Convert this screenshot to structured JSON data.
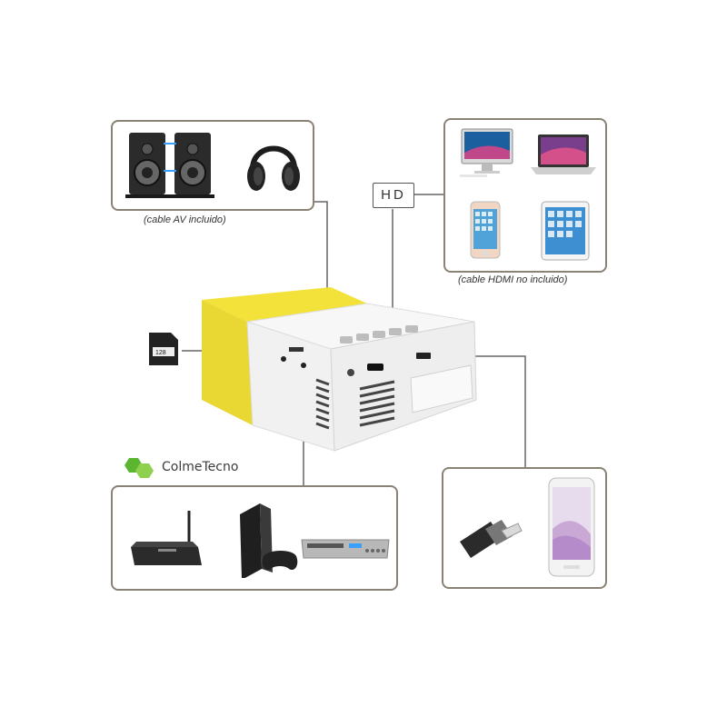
{
  "labels": {
    "av_caption": "(cable AV incluido)",
    "hdmi_caption": "(cable HDMI no incluido)",
    "hd_port": "HD",
    "brand": "ColmeTecno",
    "sd_card": "128"
  },
  "icons": {
    "speakers": "speakers-icon",
    "headphones": "headphones-icon",
    "imac": "desktop-computer-icon",
    "laptop": "laptop-icon",
    "iphone": "smartphone-icon",
    "ipad": "tablet-icon",
    "sd": "sd-card-icon",
    "tvbox": "tv-box-icon",
    "console": "game-console-icon",
    "dvd": "dvd-player-icon",
    "usb": "usb-drive-icon",
    "galaxy": "smartphone-icon",
    "projector": "mini-projector-icon",
    "logo": "honeycomb-logo-icon"
  },
  "colors": {
    "projector_yellow": "#f2e23a",
    "projector_white": "#f4f4f4",
    "panel_border": "#8a8275",
    "logo_green": "#5cb531"
  }
}
